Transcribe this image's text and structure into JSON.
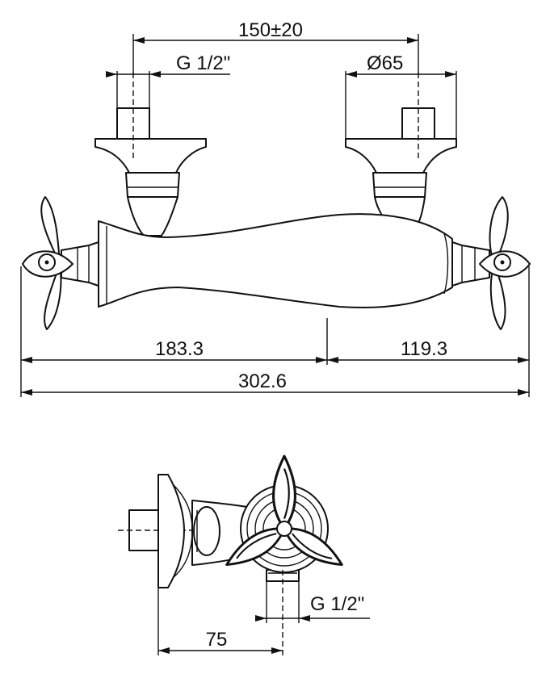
{
  "front_view": {
    "dim_centers": "150±20",
    "dim_thread": "G 1/2\"",
    "dim_diameter": "Ø65",
    "dim_left": "183.3",
    "dim_right": "119.3",
    "dim_total": "302.6"
  },
  "side_view": {
    "dim_thread": "G 1/2\"",
    "dim_depth": "75"
  }
}
